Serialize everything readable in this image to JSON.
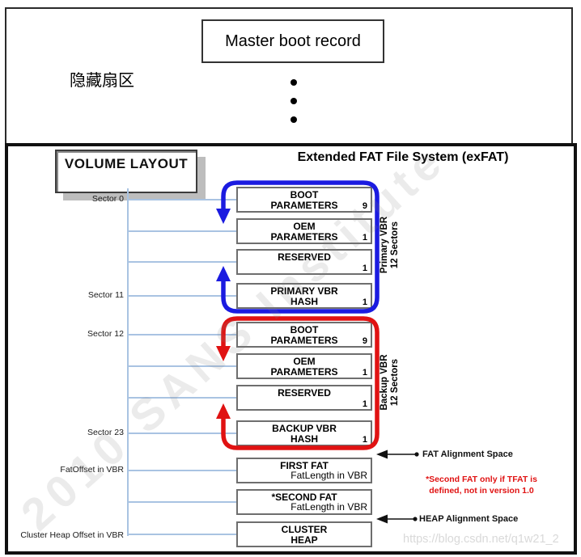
{
  "top_panel": {
    "mbr_box_label": "Master boot record",
    "hidden_sectors_label": "隐藏扇区",
    "dot": "•"
  },
  "diagram": {
    "volume_layout_title": "VOLUME LAYOUT",
    "header_title": "Extended FAT File System (exFAT)",
    "left_labels": {
      "sector0": "Sector 0",
      "sector11": "Sector 11",
      "sector12": "Sector 12",
      "sector23": "Sector 23",
      "fat_offset": "FatOffset in VBR",
      "cluster_heap_offset": "Cluster Heap Offset in VBR"
    },
    "boxes": [
      {
        "line1": "BOOT",
        "line2": "PARAMETERS",
        "corner": "9"
      },
      {
        "line1": "OEM",
        "line2": "PARAMETERS",
        "corner": "1"
      },
      {
        "line1": "RESERVED",
        "line2": "",
        "corner": "1"
      },
      {
        "line1": "PRIMARY VBR",
        "line2": "HASH",
        "corner": "1"
      },
      {
        "line1": "BOOT",
        "line2": "PARAMETERS",
        "corner": "9"
      },
      {
        "line1": "OEM",
        "line2": "PARAMETERS",
        "corner": "1"
      },
      {
        "line1": "RESERVED",
        "line2": "",
        "corner": "1"
      },
      {
        "line1": "BACKUP VBR",
        "line2": "HASH",
        "corner": "1"
      },
      {
        "line1": "FIRST FAT",
        "line2": "",
        "corner": "FatLength in VBR"
      },
      {
        "line1": "*SECOND FAT",
        "line2": "",
        "corner": "FatLength in VBR"
      },
      {
        "line1": "CLUSTER",
        "line2": "HEAP",
        "corner": ""
      }
    ],
    "side_labels": {
      "primary": {
        "line1": "Primary VBR",
        "line2": "12 Sectors"
      },
      "backup": {
        "line1": "Backup VBR",
        "line2": "12 Sectors"
      }
    },
    "annotations": {
      "fat_alignment": "FAT Alignment Space",
      "heap_alignment": "HEAP Alignment Space",
      "second_fat_note_line1": "*Second FAT only if TFAT is",
      "second_fat_note_line2": "defined, not in version 1.0"
    },
    "colors": {
      "primary_loop_blue": "#1b1be0",
      "backup_loop_red": "#e01212",
      "connector_light_blue": "#a9c3e2",
      "box_border_gray": "#6e6e6e",
      "note_red": "#e01212"
    }
  },
  "watermarks": {
    "diagonal": "2010 SANS Institute",
    "url": "https://blog.csdn.net/q1w21_2"
  }
}
